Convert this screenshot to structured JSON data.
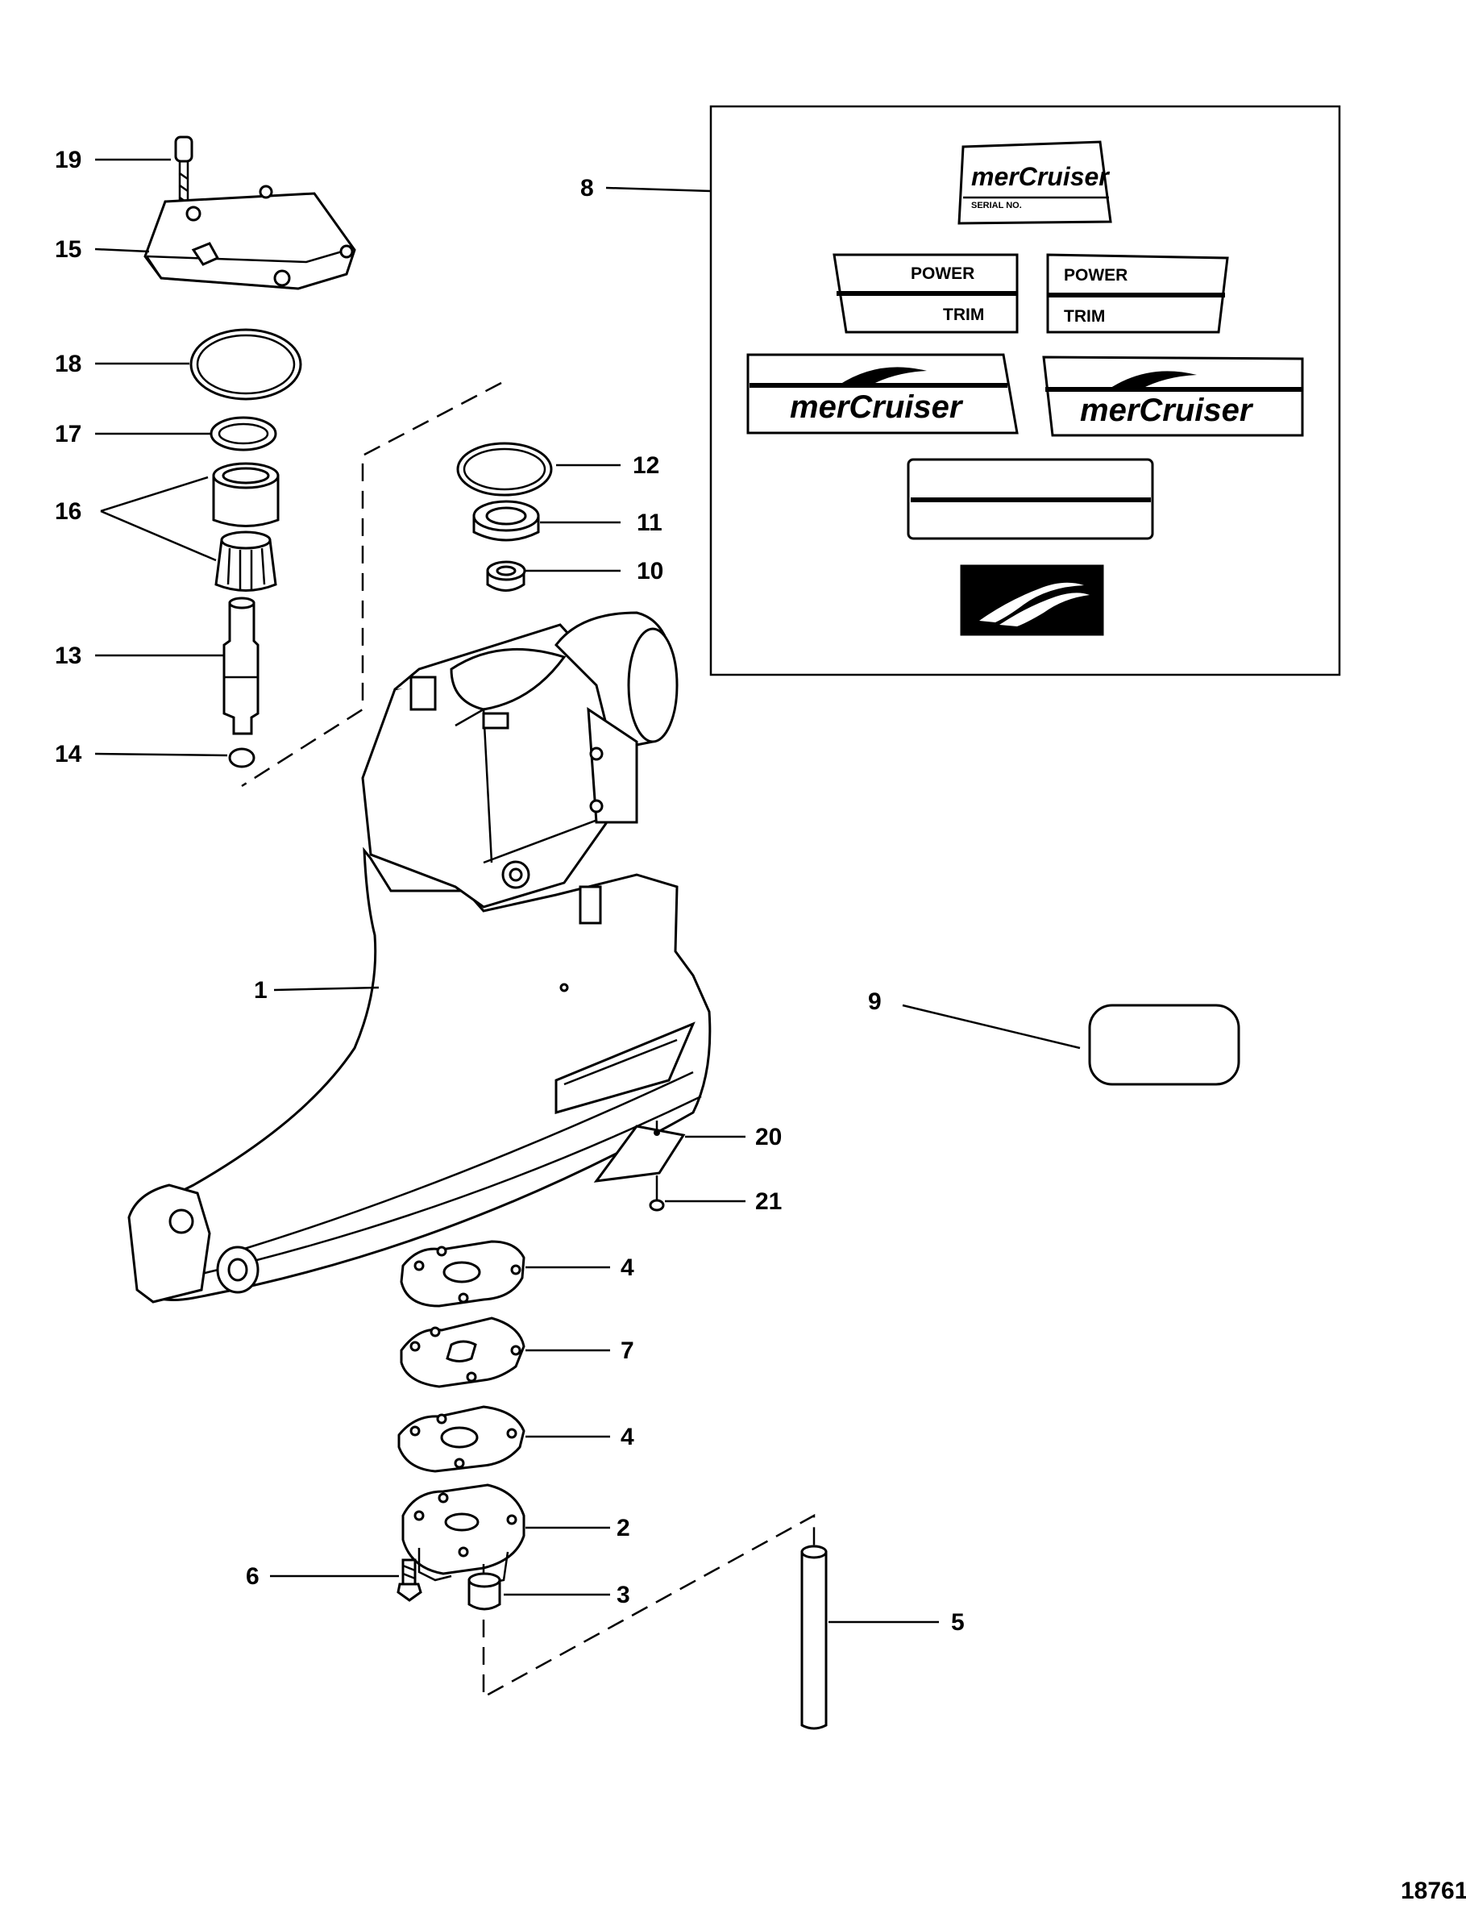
{
  "diagram_id": "18761",
  "callouts": [
    {
      "id": "c19",
      "number": "19"
    },
    {
      "id": "c15",
      "number": "15"
    },
    {
      "id": "c18",
      "number": "18"
    },
    {
      "id": "c17",
      "number": "17"
    },
    {
      "id": "c16",
      "number": "16"
    },
    {
      "id": "c13",
      "number": "13"
    },
    {
      "id": "c14",
      "number": "14"
    },
    {
      "id": "c12",
      "number": "12"
    },
    {
      "id": "c11",
      "number": "11"
    },
    {
      "id": "c10",
      "number": "10"
    },
    {
      "id": "c8",
      "number": "8"
    },
    {
      "id": "c1",
      "number": "1"
    },
    {
      "id": "c9",
      "number": "9"
    },
    {
      "id": "c20",
      "number": "20"
    },
    {
      "id": "c21",
      "number": "21"
    },
    {
      "id": "c4a",
      "number": "4"
    },
    {
      "id": "c7",
      "number": "7"
    },
    {
      "id": "c4b",
      "number": "4"
    },
    {
      "id": "c2",
      "number": "2"
    },
    {
      "id": "c6",
      "number": "6"
    },
    {
      "id": "c3",
      "number": "3"
    },
    {
      "id": "c5",
      "number": "5"
    }
  ],
  "decals": {
    "serial_plate_brand": "merCruiser",
    "serial_plate_text": "SERIAL NO.",
    "power_label": "POWER",
    "trim_label": "TRIM",
    "brand_decal_text": "merCruiser"
  }
}
